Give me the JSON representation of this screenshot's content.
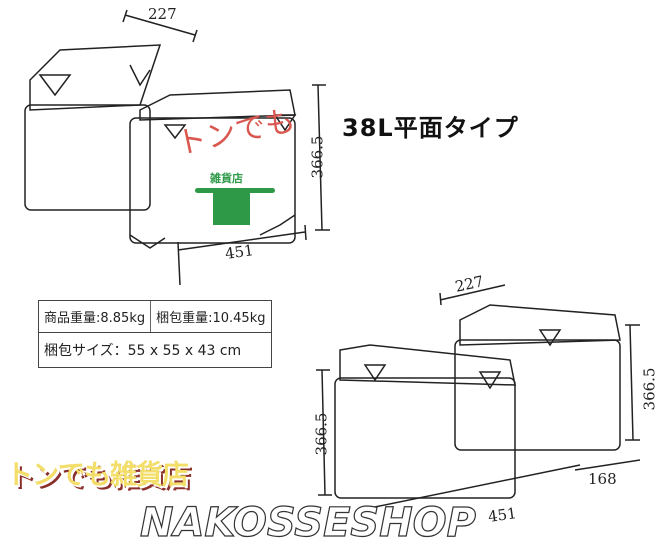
{
  "title": "38L平面タイプ",
  "dimensions_top": {
    "depth": "227",
    "height": "366.5",
    "width": "451"
  },
  "dimensions_bottom": {
    "depth_top": "227",
    "depth_side": "168",
    "height_left": "366.5",
    "height_right": "366.5",
    "width": "451"
  },
  "spec_table": {
    "product_weight": "商品重量:8.85kg",
    "package_weight": "梱包重量:10.45kg",
    "package_size": "梱包サイズ：55 x 55 x 43 cm"
  },
  "logo": {
    "text": "トンでも",
    "sub": "雑貨店"
  },
  "watermark": {
    "jp": "トンでも雑貨店",
    "en": "NAKOSSESHOP"
  },
  "colors": {
    "logo_green": "#2e9a48",
    "logo_red": "#d9574f",
    "watermark_yellow": "#f3de6a"
  }
}
